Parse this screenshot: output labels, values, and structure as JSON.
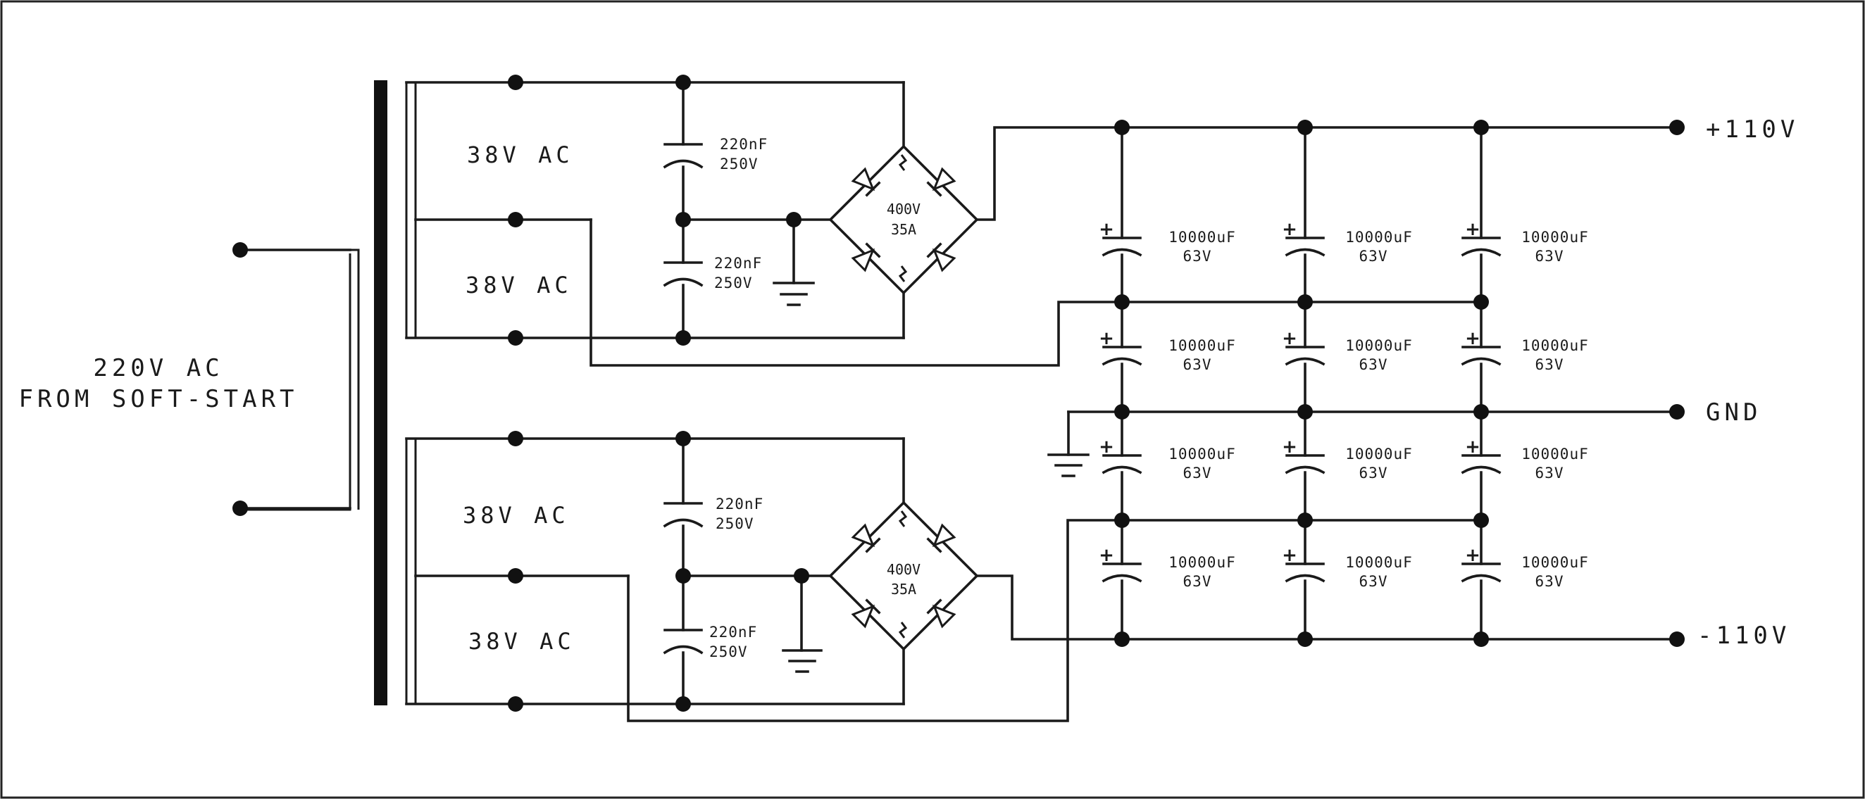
{
  "input": {
    "line1": "220V AC",
    "line2": "FROM SOFT-START"
  },
  "windings": [
    "38V AC",
    "38V AC",
    "38V AC",
    "38V AC"
  ],
  "filter_caps": {
    "value": "220nF",
    "voltage": "250V"
  },
  "bridge": {
    "voltage": "400V",
    "current": "35A"
  },
  "bank_cap": {
    "plus": "+",
    "value": "10000uF",
    "voltage": "63V"
  },
  "rails": {
    "positive": "+110V",
    "ground": "GND",
    "negative": "-110V"
  },
  "colors": {
    "ink": "#1a1a1a",
    "background": "#ffffff"
  }
}
